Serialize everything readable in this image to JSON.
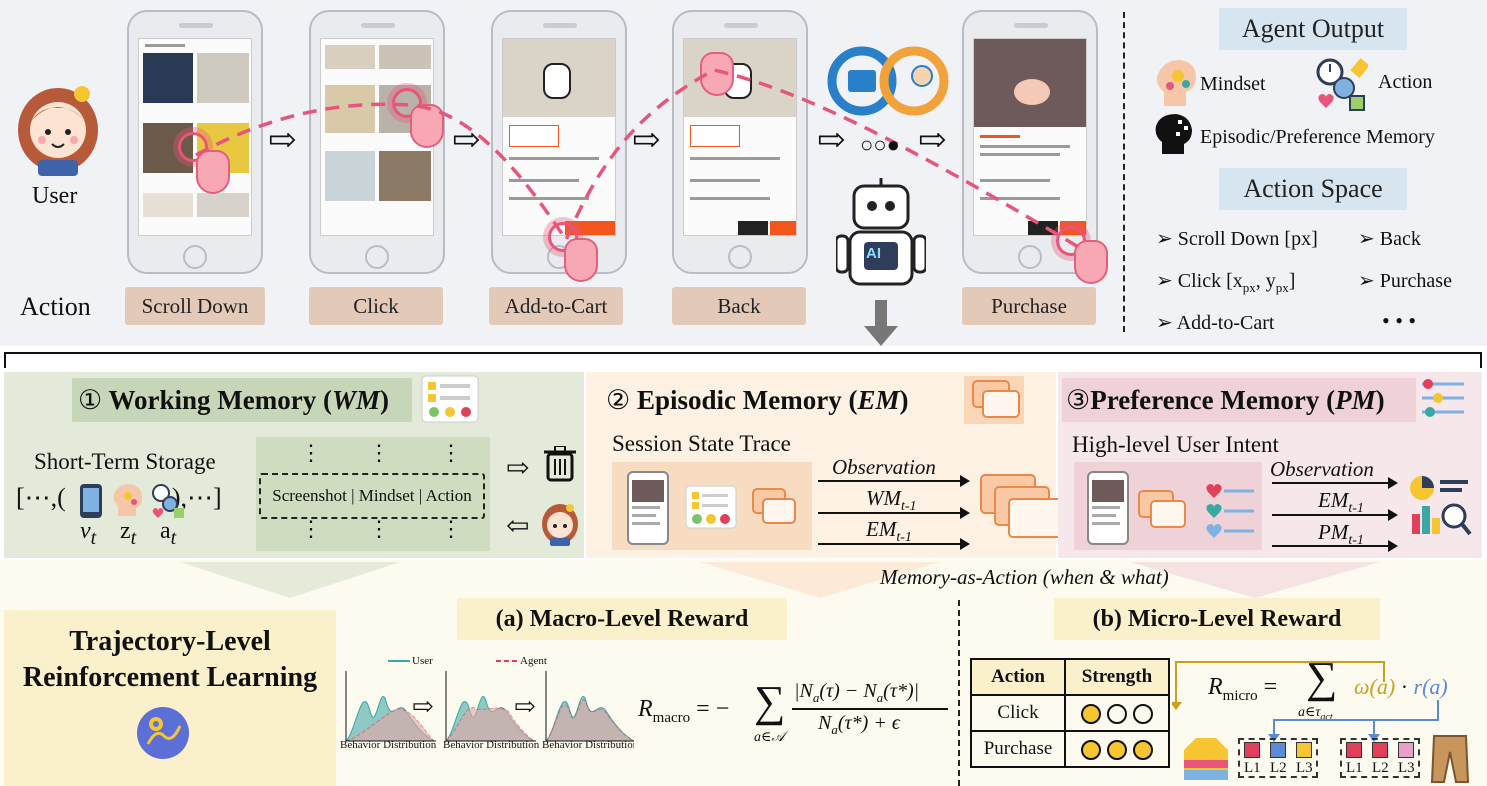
{
  "user_label": "User",
  "action_label": "Action",
  "actions": [
    "Scroll Down",
    "Click",
    "Add-to-Cart",
    "Back",
    "Purchase"
  ],
  "agent_output": {
    "title": "Agent Output",
    "items": [
      "Mindset",
      "Action",
      "Episodic/Preference Memory"
    ]
  },
  "action_space": {
    "title": "Action Space",
    "items": [
      "Scroll Down [px]",
      "Back",
      "Click [x",
      "Purchase",
      "Add-to-Cart",
      "• • •"
    ],
    "click_sub_x": "px",
    "click_sub_y": "px",
    "click_mid": ", y",
    "click_end": "]"
  },
  "robot_label": "AI",
  "wm": {
    "num": "①",
    "title": "Working Memory (",
    "abbr": "WM",
    "close": ")",
    "storage": "Short-Term Storage",
    "tuple_left": "[⋯,(",
    "tuple_right": "),⋯]",
    "v": "v",
    "z": "z",
    "a": "a",
    "t": "t",
    "table_row": "Screenshot | Mindset | Action",
    "vdots": "⋮"
  },
  "em": {
    "num": "②",
    "title": "Episodic Memory (",
    "abbr": "EM",
    "close": ")",
    "subtitle": "Session State Trace",
    "labels": [
      "Observation",
      "WM",
      "EM"
    ],
    "sub": "t-1"
  },
  "pm": {
    "num": "③",
    "title": "Preference Memory (",
    "abbr": "PM",
    "close": ")",
    "subtitle": "High-level User Intent",
    "labels": [
      "Observation",
      "EM",
      "PM"
    ],
    "sub": "t-1"
  },
  "memory_as_action": "Memory-as-Action (when & what)",
  "traj": {
    "line1": "Trajectory-Level",
    "line2": "Reinforcement Learning"
  },
  "macro": {
    "title": "(a) Macro-Level Reward",
    "legend_user": "User",
    "legend_agent": "Agent",
    "dist_label": "Behavior Distribution",
    "formula_lhs": "R",
    "formula_lhs_sub": "macro",
    "formula_eq": "= −",
    "sum_sub": "a∈𝒜",
    "numerator": "|N",
    "num_mid": "(τ) − N",
    "num_end": "(τ*)|",
    "denominator": "N",
    "den_end": "(τ*) + ϵ",
    "a_sub": "a"
  },
  "micro": {
    "title": "(b) Micro-Level Reward",
    "table_headers": [
      "Action",
      "Strength"
    ],
    "rows": [
      {
        "action": "Click",
        "filled": 1
      },
      {
        "action": "Purchase",
        "filled": 3
      }
    ],
    "formula_lhs": "R",
    "formula_lhs_sub": "micro",
    "formula_eq": "=",
    "sum_sub": "a∈τ",
    "sum_sub2": "act",
    "omega": "ω(a)",
    "dot": "·",
    "r": "r(a)",
    "levels": [
      "L1",
      "L2",
      "L3"
    ]
  },
  "colors": {
    "wm_bg": "#e4ead9",
    "em_bg": "#fdf1e4",
    "pm_bg": "#f6e7ea",
    "label_bg": "#e3c9b8",
    "blue_box": "#d7e5f1",
    "tap_pink": "#e8557a",
    "user_line": "#3aa7a3",
    "agent_line": "#e0405a"
  }
}
